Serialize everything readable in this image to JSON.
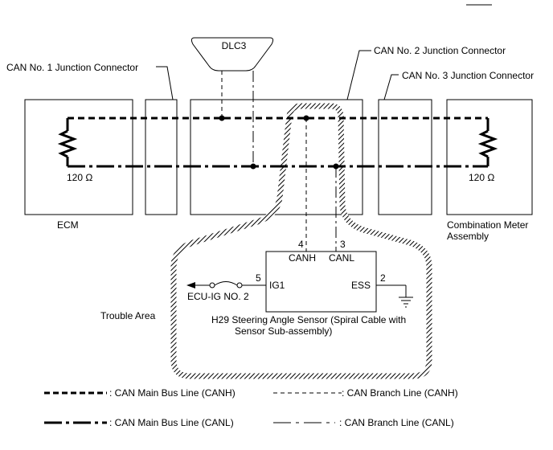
{
  "labels": {
    "dlc3": "DLC3",
    "junction1": "CAN No. 1 Junction Connector",
    "junction2": "CAN No. 2 Junction Connector",
    "junction3": "CAN No. 3 Junction Connector",
    "resistor_left": "120 Ω",
    "resistor_right": "120 Ω",
    "ecm": "ECM",
    "meter_line1": "Combination Meter",
    "meter_line2": "Assembly",
    "trouble_area": "Trouble Area",
    "fuse": "ECU-IG NO. 2",
    "sensor_line1": "H29  Steering Angle Sensor (Spiral Cable with",
    "sensor_line2": "Sensor Sub-assembly)"
  },
  "sensor": {
    "pin_canh_no": "4",
    "pin_canl_no": "3",
    "pin_ig1_no": "5",
    "pin_ess_no": "2",
    "canh": "CANH",
    "canl": "CANL",
    "ig1": "IG1",
    "ess": "ESS"
  },
  "legend": {
    "main_canh": ": CAN Main Bus Line (CANH)",
    "branch_canh": ": CAN Branch Line (CANH)",
    "main_canl": ": CAN Main Bus Line (CANL)",
    "branch_canl": ": CAN Branch Line (CANL)"
  }
}
